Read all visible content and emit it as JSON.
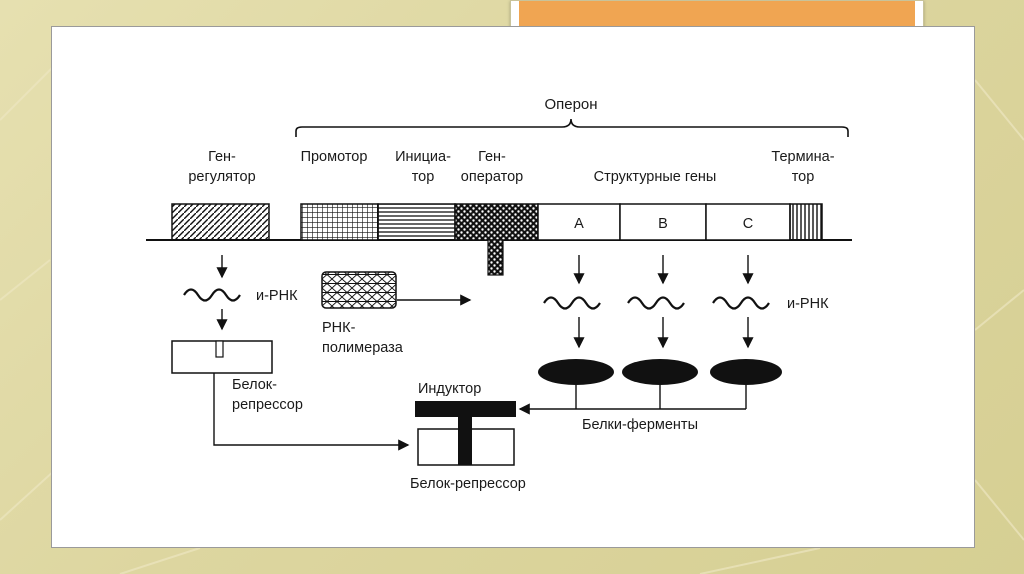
{
  "slide": {
    "accent_color": "#f0a552",
    "background_color": "#e2dca8"
  },
  "diagram": {
    "operon_label": "Оперон",
    "regulator_gene": [
      "Ген-",
      "регулятор"
    ],
    "promoter": "Промотор",
    "initiator": [
      "Инициа-",
      "тор"
    ],
    "operator_gene": [
      "Ген-",
      "оператор"
    ],
    "structural_genes": "Структурные гены",
    "terminator": [
      "Термина-",
      "тор"
    ],
    "gene_a": "A",
    "gene_b": "B",
    "gene_c": "C",
    "mrna_left": "и-РНК",
    "mrna_right": "и-РНК",
    "rna_polymerase": [
      "РНК-",
      "полимераза"
    ],
    "repressor_left": [
      "Белок-",
      "репрессор"
    ],
    "inductor": "Индуктор",
    "enzymes": "Белки-ферменты",
    "repressor_bottom": "Белок-репрессор"
  }
}
